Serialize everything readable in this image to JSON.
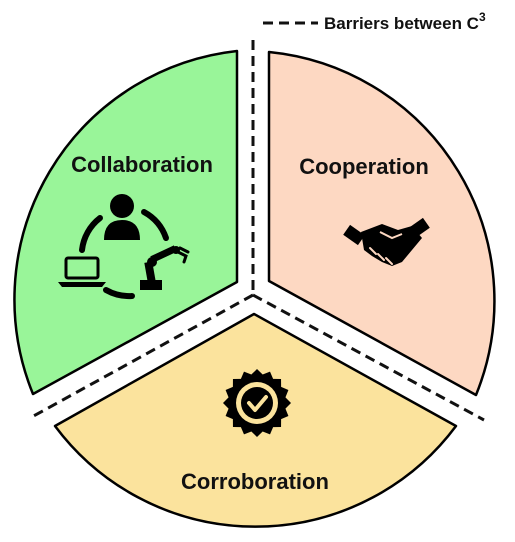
{
  "legend": {
    "text": "Barriers between C",
    "superscript": "3"
  },
  "segments": {
    "collaboration": {
      "label": "Collaboration",
      "color": "#99f599",
      "icon": "human-robot-computer-collaboration-icon"
    },
    "cooperation": {
      "label": "Cooperation",
      "color": "#fdd8c2",
      "icon": "handshake-icon"
    },
    "corroboration": {
      "label": "Corroboration",
      "color": "#fbe39d",
      "icon": "verified-badge-icon"
    }
  }
}
